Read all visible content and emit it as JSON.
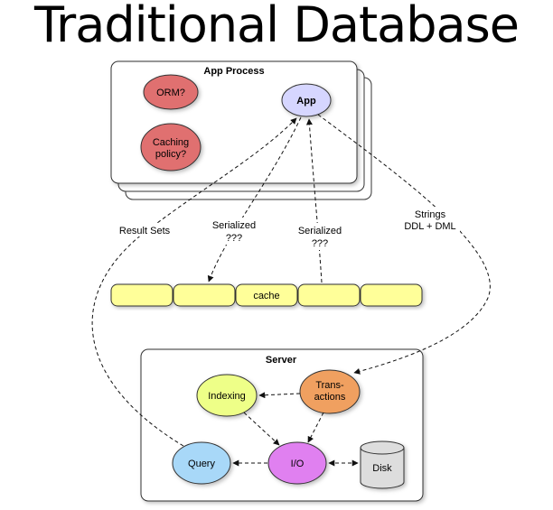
{
  "title": "Traditional Database",
  "app_process": {
    "title": "App Process",
    "orm": "ORM?",
    "caching_line1": "Caching",
    "caching_line2": "policy?",
    "app": "App"
  },
  "edge_labels": {
    "result_sets": "Result Sets",
    "serialized_left_1": "Serialized",
    "serialized_left_2": "???",
    "serialized_right_1": "Serialized",
    "serialized_right_2": "???",
    "strings_1": "Strings",
    "strings_2": "DDL + DML"
  },
  "cache": {
    "label": "cache"
  },
  "server": {
    "title": "Server",
    "indexing": "Indexing",
    "transactions_line1": "Trans-",
    "transactions_line2": "actions",
    "query": "Query",
    "io": "I/O",
    "disk": "Disk"
  },
  "colors": {
    "orm": "#e07070",
    "caching": "#e07070",
    "app": "#d6d6ff",
    "cache": "#ffff99",
    "indexing": "#eeff88",
    "transactions": "#f0a060",
    "query": "#a8d8f8",
    "io": "#e080f0",
    "disk": "#dddddd"
  }
}
